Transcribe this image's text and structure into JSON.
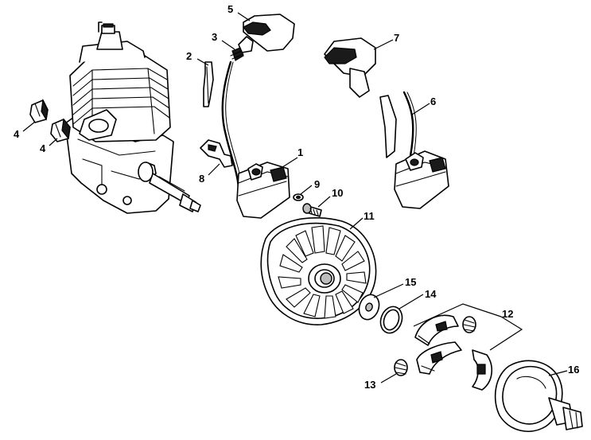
{
  "callouts": {
    "c1": "1",
    "c2": "2",
    "c3": "3",
    "c4a": "4",
    "c4b": "4",
    "c5": "5",
    "c6": "6",
    "c7": "7",
    "c8": "8",
    "c9": "9",
    "c10": "10",
    "c11": "11",
    "c12": "12",
    "c13": "13",
    "c14": "14",
    "c15": "15",
    "c16": "16"
  }
}
